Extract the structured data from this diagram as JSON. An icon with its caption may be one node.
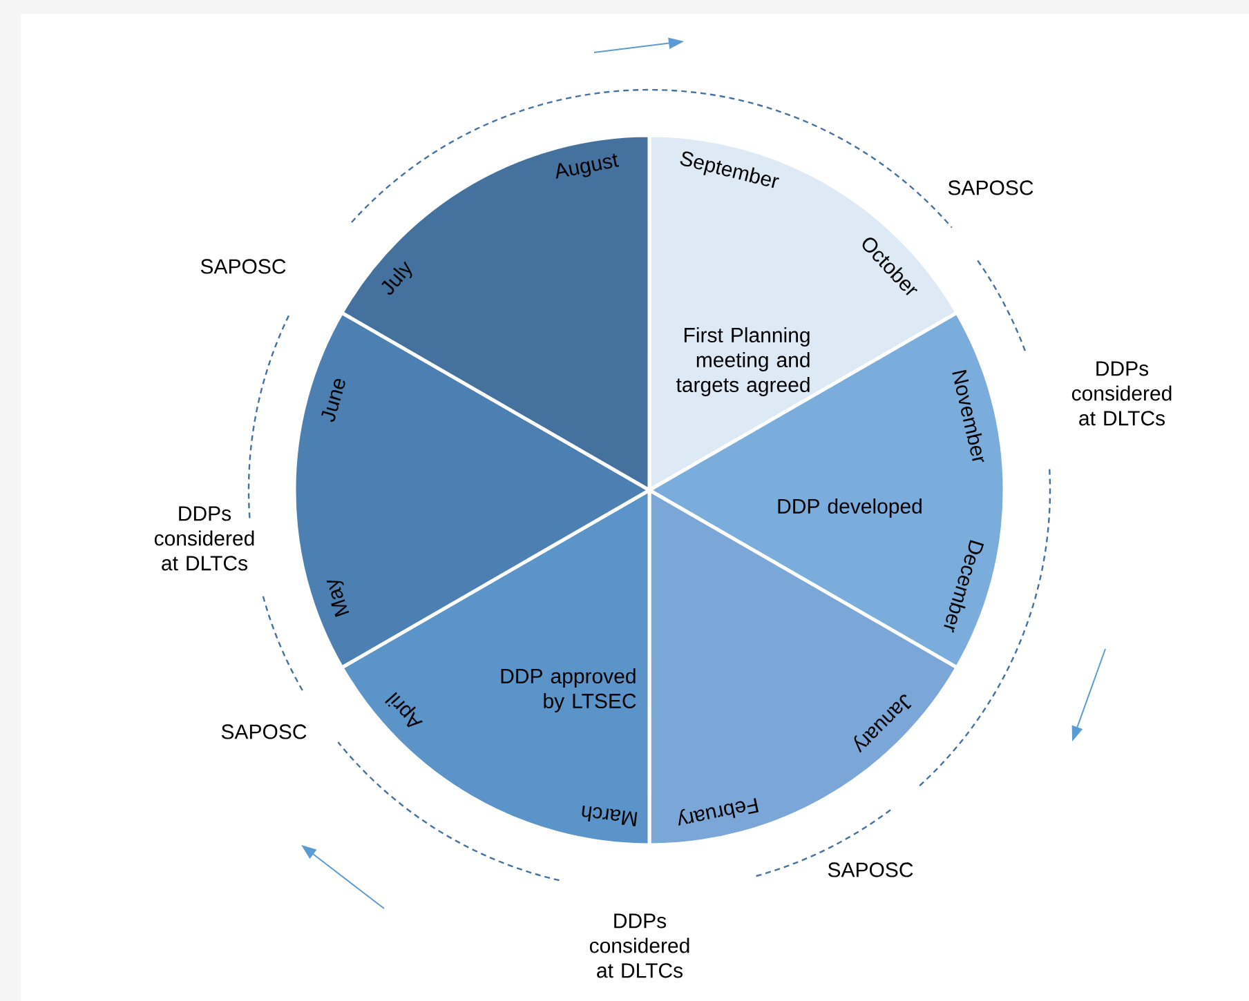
{
  "diagram": {
    "nodes": [
      {
        "text": [
          "September",
          "October",
          "First Planning meeting and targets agreed"
        ]
      },
      {
        "text": [
          "November",
          "December",
          "DDP developed"
        ]
      },
      {
        "text": [
          "January",
          "February"
        ]
      },
      {
        "text": [
          "March",
          "April",
          "DDP approved by LTSEC"
        ]
      },
      {
        "text": [
          "May",
          "June"
        ]
      },
      {
        "text": [
          "July",
          "August"
        ]
      }
    ],
    "labels": [
      "SAPOSC",
      "SAPOSC",
      "DDPs considered at DLTCs",
      "DDPs considered at DLTCs",
      "SAPOSC",
      "SAPOSC",
      "DDPs considered at DLTCs"
    ]
  }
}
